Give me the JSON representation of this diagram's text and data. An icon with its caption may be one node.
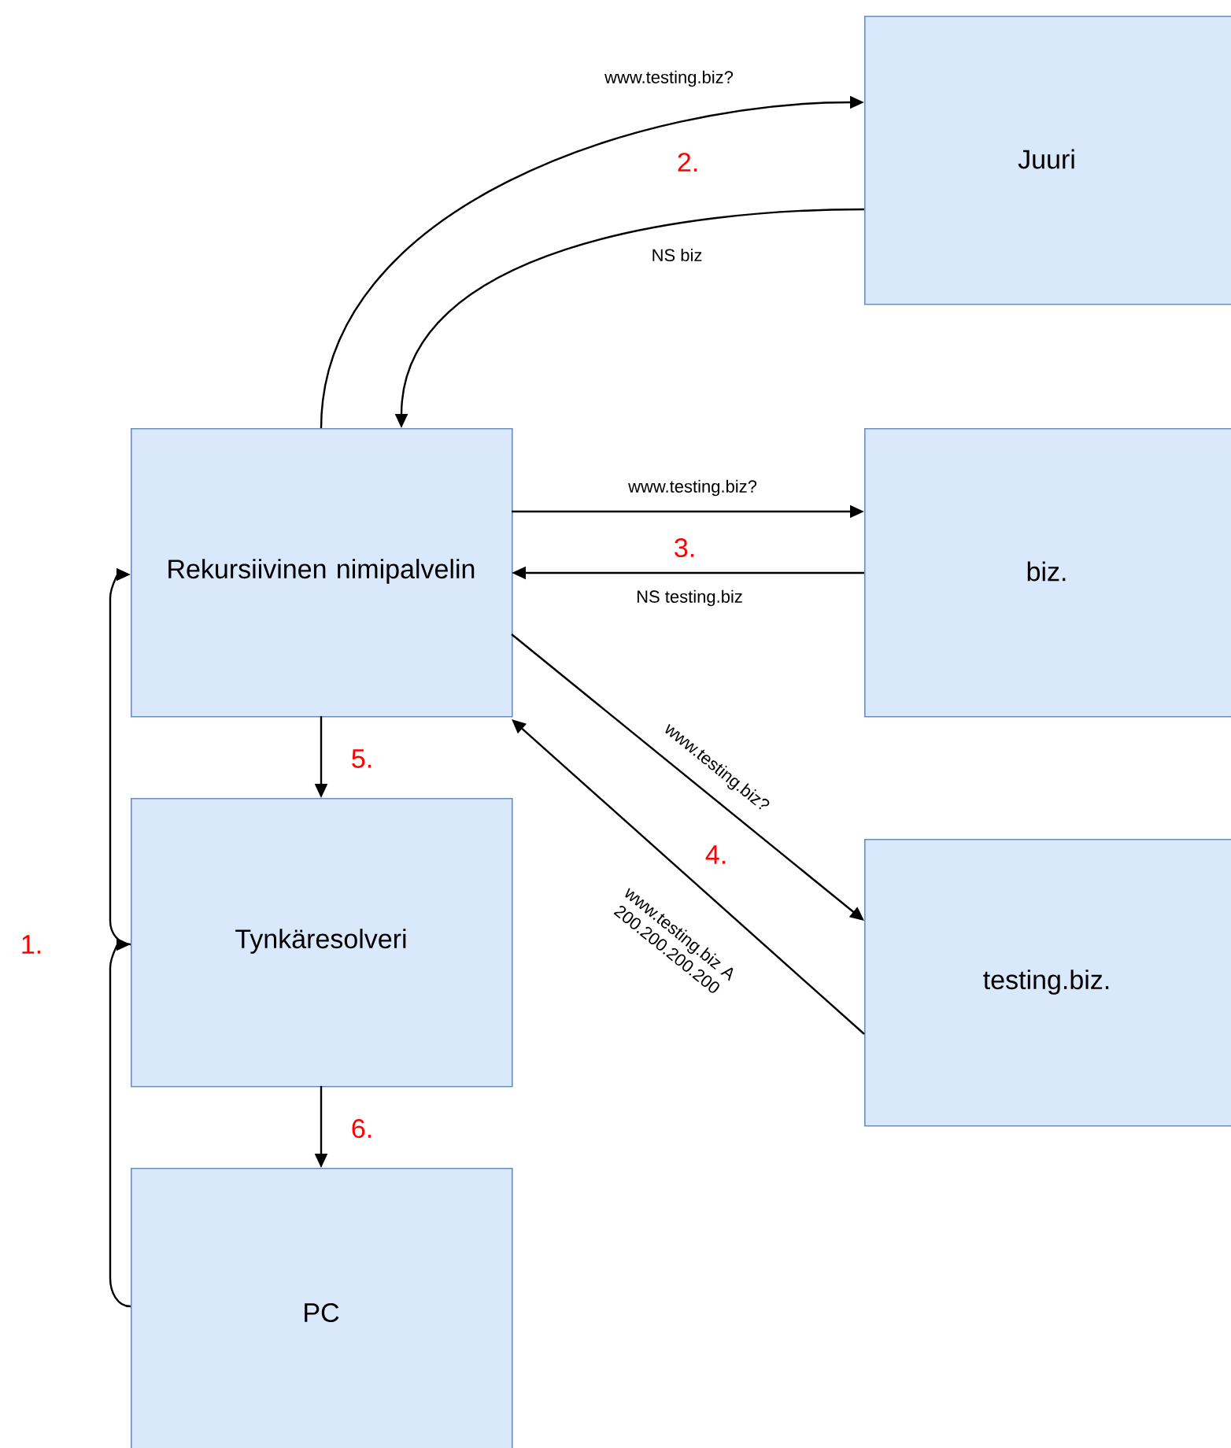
{
  "diagram": {
    "nodes": [
      {
        "text": [
          "Juuri"
        ]
      },
      {
        "text": [
          "biz."
        ]
      },
      {
        "text": [
          "testing.biz."
        ]
      },
      {
        "text": [
          "Rekursiivinen nimipalvelin"
        ]
      },
      {
        "text": [
          "Tynkäresolveri"
        ]
      },
      {
        "text": [
          "PC"
        ]
      }
    ],
    "edges": [
      {
        "from": 3,
        "to": 0,
        "arrow": "to",
        "label": "www.testing.biz?"
      },
      {
        "from": 0,
        "to": 3,
        "arrow": "to",
        "label": "NS biz"
      },
      {
        "from": 3,
        "to": 1,
        "arrow": "to",
        "label": "www.testing.biz?"
      },
      {
        "from": 1,
        "to": 3,
        "arrow": "to",
        "label": "NS testing.biz"
      },
      {
        "from": 3,
        "to": 2,
        "arrow": "to",
        "label": "www.testing.biz?"
      },
      {
        "from": 2,
        "to": 3,
        "arrow": "to",
        "label": "www.testing.biz A 200.200.200.200"
      },
      {
        "from": 3,
        "to": 4,
        "arrow": "to"
      },
      {
        "from": 4,
        "to": 5,
        "arrow": "to"
      },
      {
        "from": 5,
        "to": 4,
        "arrow": "to"
      },
      {
        "from": 4,
        "to": 3,
        "arrow": "to"
      }
    ],
    "labels": [
      "2.",
      "3.",
      "5.",
      "4.",
      "1.",
      "6."
    ]
  }
}
